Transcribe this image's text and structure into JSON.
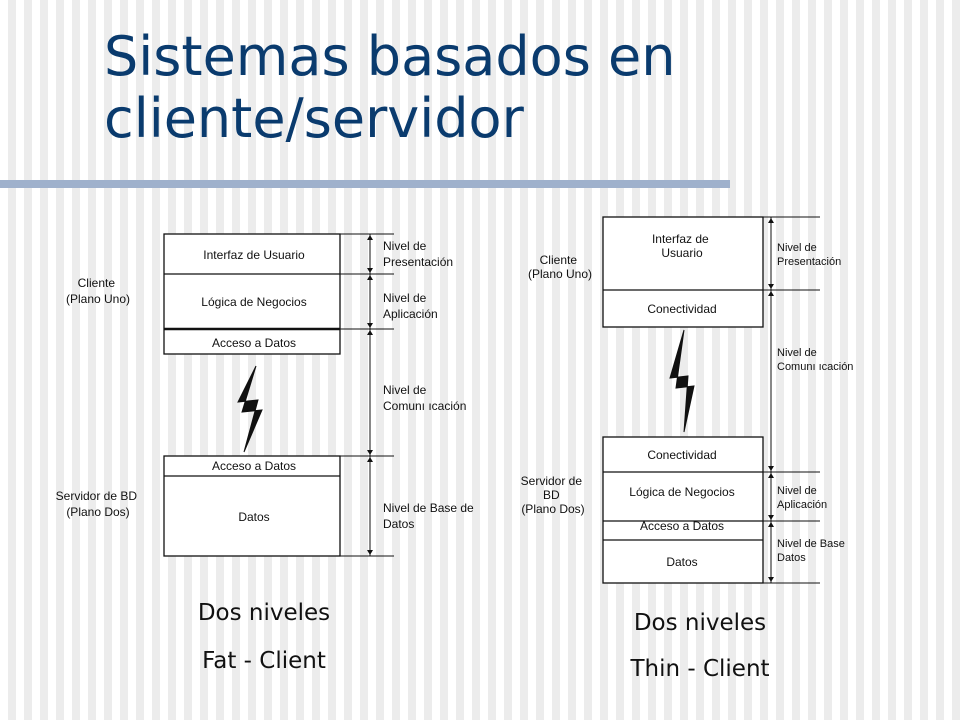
{
  "title": {
    "line1": "Sistemas basados en",
    "line2": "cliente/servidor"
  },
  "fat_client": {
    "client_label": [
      "Cliente",
      "(Plano Uno)"
    ],
    "server_label": [
      "Servidor de BD",
      "(Plano Dos)"
    ],
    "client_boxes": [
      "Interfaz de Usuario",
      "Lógica de Negocios",
      "Acceso a Datos"
    ],
    "server_boxes": [
      "Acceso a Datos",
      "Datos"
    ],
    "levels": [
      [
        "Nivel de",
        "Presentación"
      ],
      [
        "Nivel de",
        "Aplicación"
      ],
      [
        "Nivel de",
        "Comunı ıcación"
      ],
      [
        "Nivel de Base de",
        "Datos"
      ]
    ],
    "caption1": "Dos niveles",
    "caption2": "Fat - Client"
  },
  "thin_client": {
    "client_label": [
      "Cliente",
      "(Plano Uno)"
    ],
    "server_label": [
      "Servidor de",
      "BD",
      "(Plano Dos)"
    ],
    "client_boxes": [
      [
        "Interfaz de",
        "Usuario"
      ],
      [
        "Conectividad"
      ]
    ],
    "server_boxes": [
      "Conectividad",
      "Lógica de Negocios",
      "Acceso a Datos",
      "Datos"
    ],
    "levels": [
      [
        "Nivel de",
        "Presentación"
      ],
      [
        "Nivel de",
        "Comunı ıcación"
      ],
      [
        "Nivel de",
        "Aplicación"
      ],
      [
        "Nivel de Base",
        "Datos"
      ]
    ],
    "caption1": "Dos niveles",
    "caption2": "Thin - Client"
  }
}
